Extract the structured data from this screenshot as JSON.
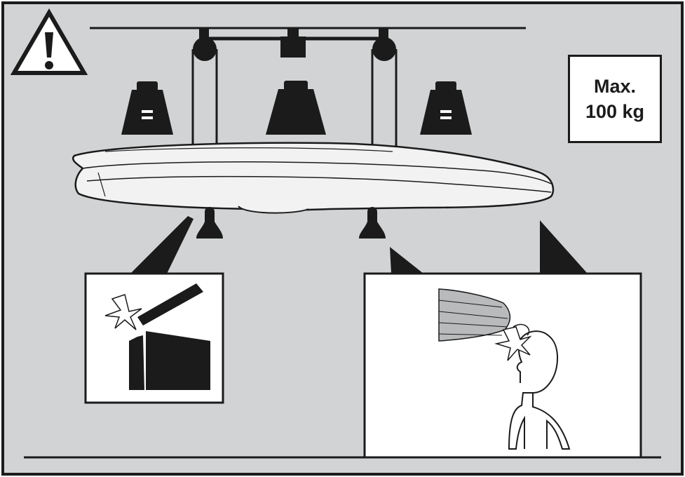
{
  "colors": {
    "background": "#d1d3d4",
    "ink": "#1b1b1b",
    "box_fill": "#ffffff",
    "roofbox_fill": "#f2f2f2"
  },
  "icons": {
    "warning": "warning-triangle-icon",
    "weights": [
      "weight-left-icon",
      "weight-center-icon",
      "weight-right-icon"
    ],
    "weight_marks": [
      "=",
      "="
    ]
  },
  "limit_label": {
    "line1": "Max.",
    "line2": "100 kg"
  },
  "detail_panels": [
    "door-frame-collision-detail",
    "head-collision-detail"
  ]
}
